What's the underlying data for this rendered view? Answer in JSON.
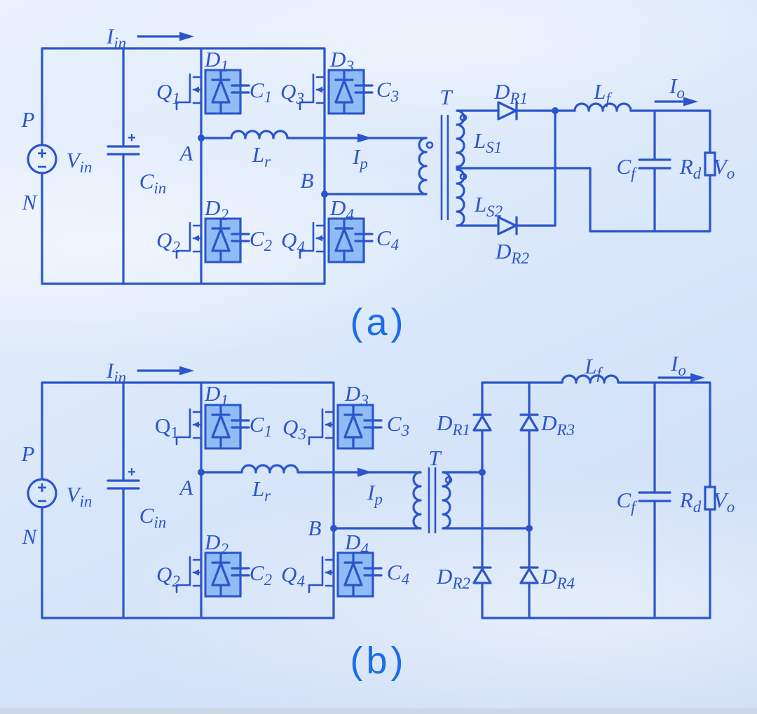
{
  "figure": {
    "type": "circuit-schematic",
    "captions": {
      "a": "(a)",
      "b": "(b)"
    },
    "colors": {
      "wire": "#2b55cb",
      "device_fill": "#8fbcf4",
      "caption_text": "#1e6ce8",
      "bg_light": "#e9f1fd",
      "bg_mid": "#dae8fa",
      "bg_dark": "#cbdcf5",
      "bottom_strip": "#cdd8e6"
    }
  },
  "circuit_a": {
    "labels": {
      "iin": {
        "main": "I",
        "sub": "in"
      },
      "p": "P",
      "n": "N",
      "vin": {
        "main": "V",
        "sub": "in"
      },
      "cin": {
        "main": "C",
        "sub": "in"
      },
      "source_plus": "+",
      "source_minus": "−",
      "cin_plus": "+",
      "q1": {
        "main": "Q",
        "sub": "1"
      },
      "d1": {
        "main": "D",
        "sub": "1"
      },
      "c1": {
        "main": "C",
        "sub": "1"
      },
      "q2": {
        "main": "Q",
        "sub": "2"
      },
      "d2": {
        "main": "D",
        "sub": "2"
      },
      "c2": {
        "main": "C",
        "sub": "2"
      },
      "q3": {
        "main": "Q",
        "sub": "3"
      },
      "d3": {
        "main": "D",
        "sub": "3"
      },
      "c3": {
        "main": "C",
        "sub": "3"
      },
      "q4": {
        "main": "Q",
        "sub": "4"
      },
      "d4": {
        "main": "D",
        "sub": "4"
      },
      "c4": {
        "main": "C",
        "sub": "4"
      },
      "node_a": "A",
      "node_b": "B",
      "lr": {
        "main": "L",
        "sub": "r"
      },
      "ip": {
        "main": "I",
        "sub": "p"
      },
      "t": "T",
      "ls1": {
        "main": "L",
        "sub": "S1"
      },
      "ls2": {
        "main": "L",
        "sub": "S2"
      },
      "dr1": {
        "main": "D",
        "sub": "R1"
      },
      "dr2": {
        "main": "D",
        "sub": "R2"
      },
      "lf": {
        "main": "L",
        "sub": "f"
      },
      "io": {
        "main": "I",
        "sub": "o"
      },
      "cf": {
        "main": "C",
        "sub": "f"
      },
      "rd": {
        "main": "R",
        "sub": "d"
      },
      "vo": {
        "main": "V",
        "sub": "o"
      }
    }
  },
  "circuit_b": {
    "labels": {
      "iin": {
        "main": "I",
        "sub": "in"
      },
      "p": "P",
      "n": "N",
      "vin": {
        "main": "V",
        "sub": "in"
      },
      "cin": {
        "main": "C",
        "sub": "in"
      },
      "source_plus": "+",
      "source_minus": "−",
      "cin_plus": "+",
      "q1": {
        "main": "Q",
        "sub": "1"
      },
      "d1": {
        "main": "D",
        "sub": "1"
      },
      "c1": {
        "main": "C",
        "sub": "1"
      },
      "q2": {
        "main": "Q",
        "sub": "2"
      },
      "d2": {
        "main": "D",
        "sub": "2"
      },
      "c2": {
        "main": "C",
        "sub": "2"
      },
      "q3": {
        "main": "Q",
        "sub": "3"
      },
      "d3": {
        "main": "D",
        "sub": "3"
      },
      "c3": {
        "main": "C",
        "sub": "3"
      },
      "q4": {
        "main": "Q",
        "sub": "4"
      },
      "d4": {
        "main": "D",
        "sub": "4"
      },
      "c4": {
        "main": "C",
        "sub": "4"
      },
      "node_a": "A",
      "node_b": "B",
      "lr": {
        "main": "L",
        "sub": "r"
      },
      "ip": {
        "main": "I",
        "sub": "p"
      },
      "t": "T",
      "dr1": {
        "main": "D",
        "sub": "R1"
      },
      "dr2": {
        "main": "D",
        "sub": "R2"
      },
      "dr3": {
        "main": "D",
        "sub": "R3"
      },
      "dr4": {
        "main": "D",
        "sub": "R4"
      },
      "lf": {
        "main": "L",
        "sub": "f"
      },
      "io": {
        "main": "I",
        "sub": "o"
      },
      "cf": {
        "main": "C",
        "sub": "f"
      },
      "rd": {
        "main": "R",
        "sub": "d"
      },
      "vo": {
        "main": "V",
        "sub": "o"
      }
    }
  }
}
